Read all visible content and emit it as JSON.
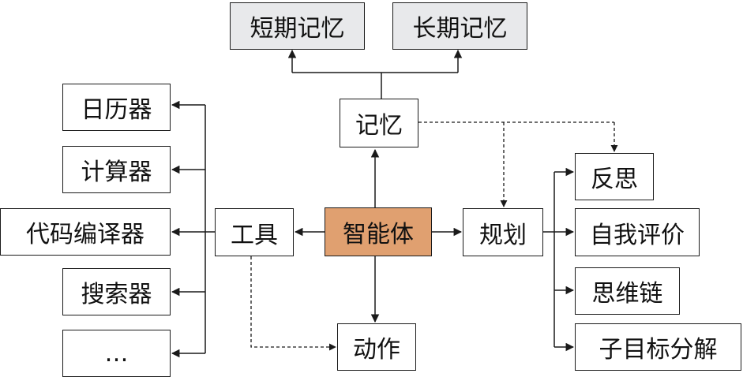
{
  "diagram": {
    "center": "智能体",
    "memory": {
      "label": "记忆",
      "short_term": "短期记忆",
      "long_term": "长期记忆"
    },
    "tools": {
      "label": "工具",
      "items": [
        "日历器",
        "计算器",
        "代码编译器",
        "搜索器",
        "…"
      ]
    },
    "action": "动作",
    "planning": {
      "label": "规划",
      "items": [
        "反思",
        "自我评价",
        "思维链",
        "子目标分解"
      ]
    }
  },
  "colors": {
    "center_fill": "#e0a070",
    "memory_fill": "#e8e9eb",
    "stroke": "#1a1a1a"
  }
}
